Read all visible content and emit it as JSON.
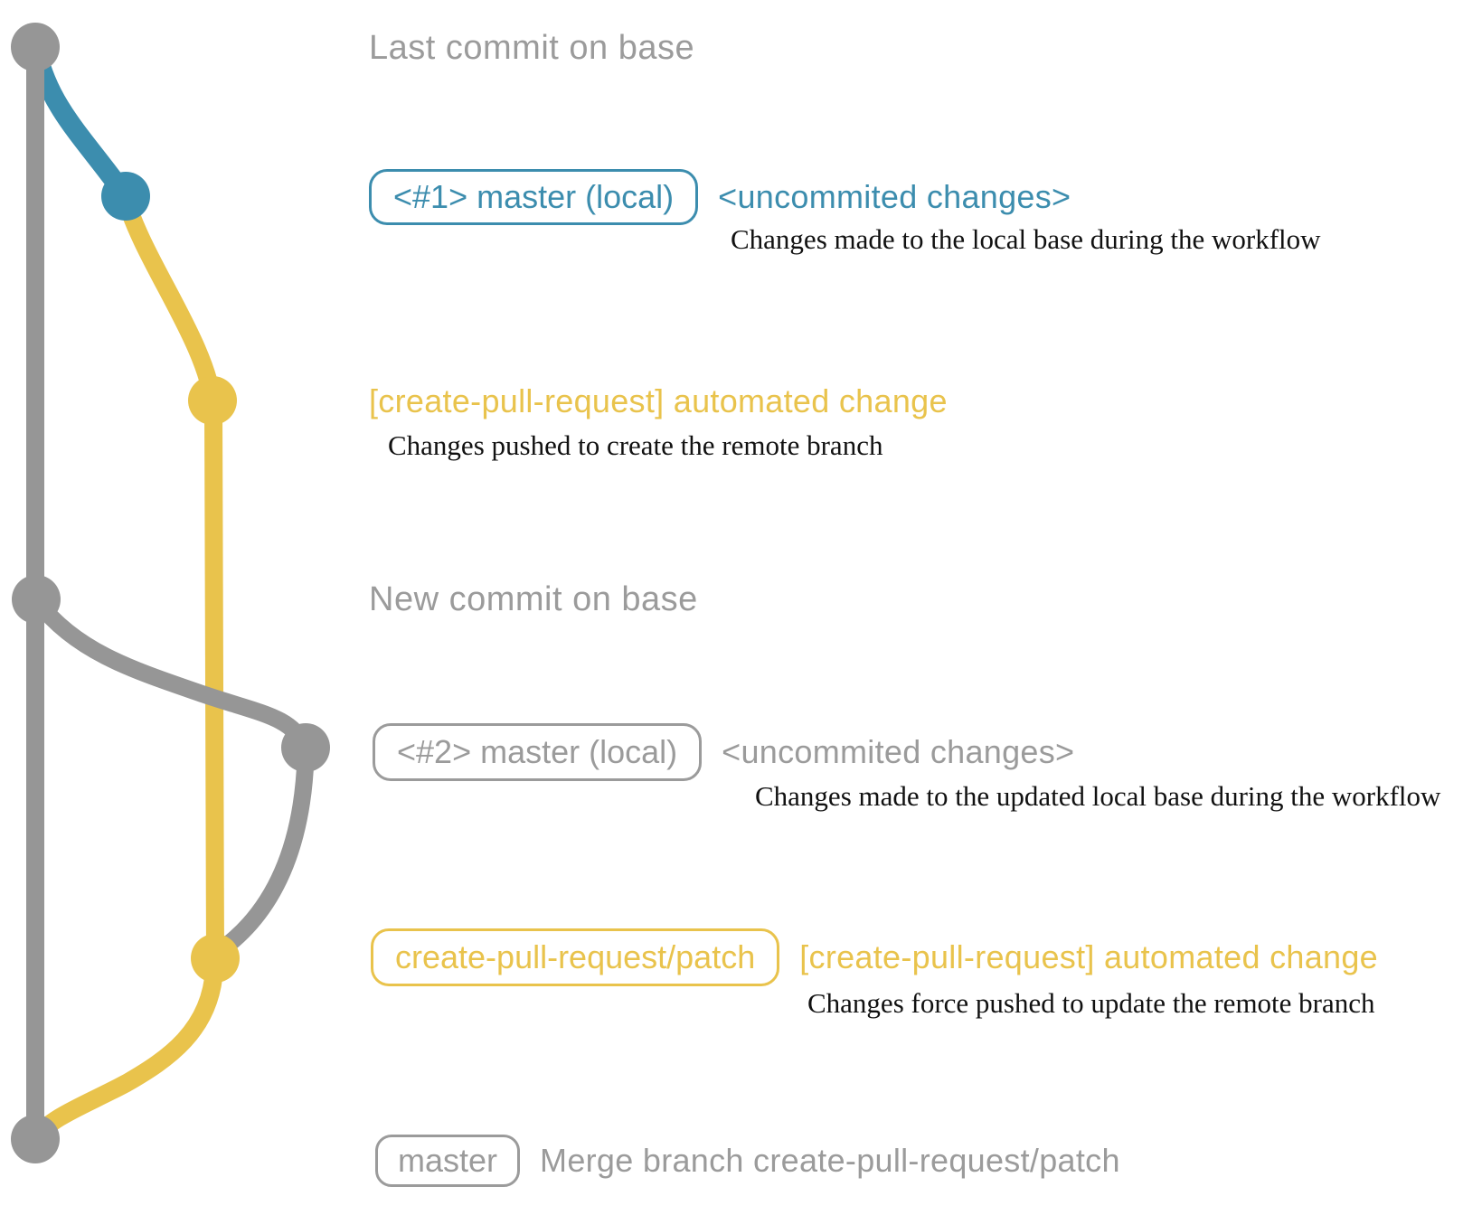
{
  "colors": {
    "background": "#ffffff",
    "gray": "#969696",
    "gray_text": "#9b9b9b",
    "blue": "#3c8dae",
    "yellow": "#e9c34c",
    "black_text": "#111111"
  },
  "graph": {
    "commits": [
      {
        "id": "last-commit-on-base",
        "color": "gray"
      },
      {
        "id": "uncommitted-changes-1",
        "color": "blue"
      },
      {
        "id": "patch-branch-push-1",
        "color": "yellow"
      },
      {
        "id": "new-commit-on-base",
        "color": "gray"
      },
      {
        "id": "uncommitted-changes-2",
        "color": "gray"
      },
      {
        "id": "patch-branch-force-push",
        "color": "yellow"
      },
      {
        "id": "merge-commit",
        "color": "gray"
      }
    ]
  },
  "rows": [
    {
      "title": "Last commit on base"
    },
    {
      "badge": "<#1> master (local)",
      "note": "<uncommited changes>",
      "desc": "Changes made to the local base during the workflow"
    },
    {
      "note": "[create-pull-request] automated change",
      "desc": "Changes pushed to create the remote branch"
    },
    {
      "title": "New commit on base"
    },
    {
      "badge": "<#2> master (local)",
      "note": "<uncommited changes>",
      "desc": "Changes made to the updated local base during the workflow"
    },
    {
      "badge": "create-pull-request/patch",
      "note": "[create-pull-request] automated change",
      "desc": "Changes force pushed to update the remote branch"
    },
    {
      "badge": "master",
      "note": "Merge branch create-pull-request/patch"
    }
  ]
}
